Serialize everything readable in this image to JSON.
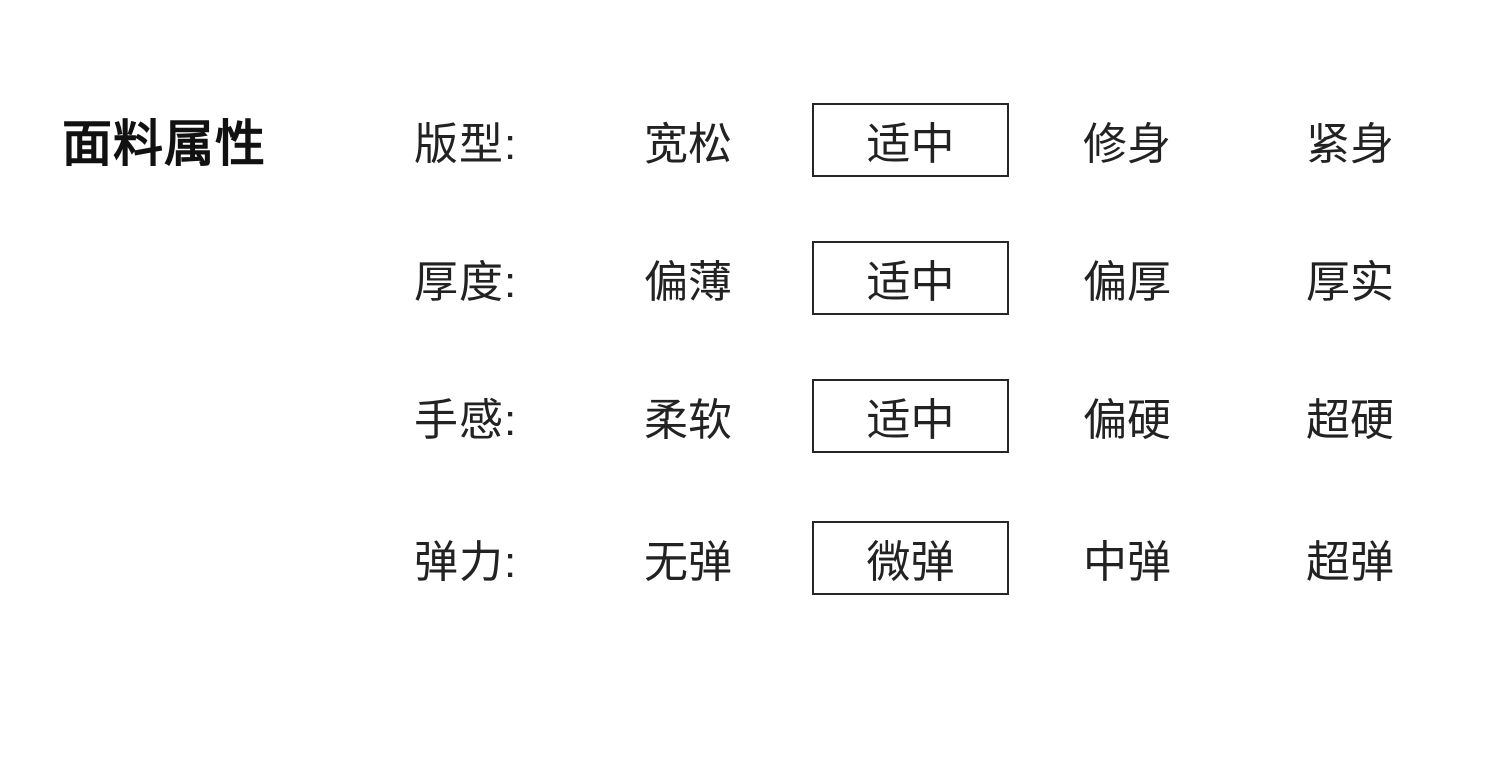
{
  "page": {
    "background": "#ffffff",
    "text_color": "#222222",
    "title_color": "#111111",
    "selected_border_color": "#262626"
  },
  "section": {
    "title": "面料属性",
    "rows": [
      {
        "label": "版型:",
        "options": [
          "宽松",
          "适中",
          "修身",
          "紧身"
        ],
        "selected_index": 1
      },
      {
        "label": "厚度:",
        "options": [
          "偏薄",
          "适中",
          "偏厚",
          "厚实"
        ],
        "selected_index": 1
      },
      {
        "label": "手感:",
        "options": [
          "柔软",
          "适中",
          "偏硬",
          "超硬"
        ],
        "selected_index": 1
      },
      {
        "label": "弹力:",
        "options": [
          "无弹",
          "微弹",
          "中弹",
          "超弹"
        ],
        "selected_index": 1
      }
    ]
  }
}
